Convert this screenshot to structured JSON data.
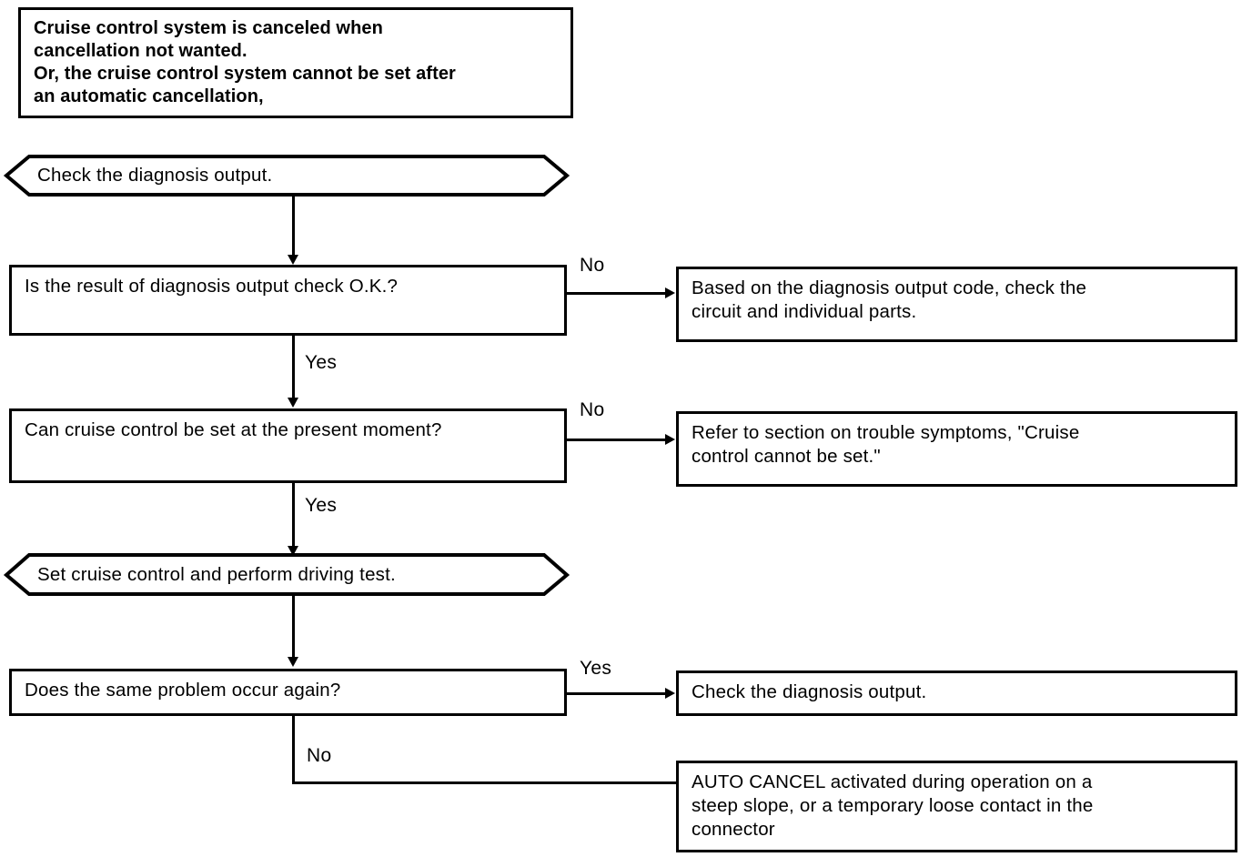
{
  "diagram": {
    "type": "troubleshooting-flowchart",
    "title_note": "Cruise control diagnosis flowchart",
    "nodes": {
      "problem_statement": {
        "shape": "rectangle",
        "text": "Cruise control system is canceled when\ncancellation not wanted.\nOr, the cruise control system cannot be set after\nan automatic cancellation,"
      },
      "check_diagnosis_1": {
        "shape": "hexagon",
        "text": "Check the diagnosis output."
      },
      "decision_1": {
        "shape": "rectangle",
        "text": "Is the result of diagnosis output check O.K.?"
      },
      "action_1": {
        "shape": "rectangle",
        "text": "Based on the diagnosis output code, check the\ncircuit and individual parts."
      },
      "decision_2": {
        "shape": "rectangle",
        "text": "Can cruise control be set at the present moment?"
      },
      "action_2": {
        "shape": "rectangle",
        "text": "Refer to section on trouble symptoms, \"Cruise\ncontrol cannot be set.\""
      },
      "set_and_test": {
        "shape": "hexagon",
        "text": "Set cruise control and perform driving test."
      },
      "decision_3": {
        "shape": "rectangle",
        "text": "Does the same problem occur again?"
      },
      "action_3": {
        "shape": "rectangle",
        "text": "Check the diagnosis output."
      },
      "action_4": {
        "shape": "rectangle",
        "text": "AUTO CANCEL activated during operation on a\nsteep slope, or a temporary loose contact in the\nconnector"
      }
    },
    "edge_labels": {
      "d1_no": "No",
      "d1_yes": "Yes",
      "d2_no": "No",
      "d2_yes": "Yes",
      "d3_yes": "Yes",
      "d3_no": "No"
    },
    "colors": {
      "stroke": "#000000",
      "fill": "#ffffff",
      "text": "#000000"
    }
  }
}
